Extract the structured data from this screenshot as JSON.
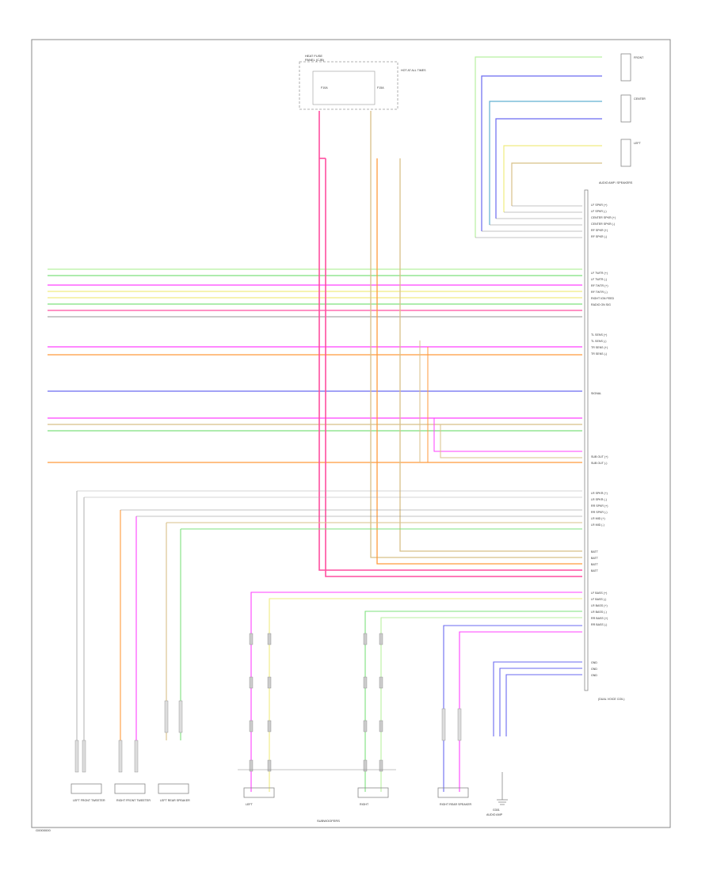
{
  "diagram": {
    "footer_left": "G0000000",
    "footer_center": "SUBWOOFERS",
    "top_module": {
      "name": "HEAT FUSE",
      "sub": "PANEL (CJB)",
      "note": "HOT AT ALL TIMES",
      "fuse_a": "F10A",
      "fuse_b": "F15A"
    },
    "front_speakers": [
      "FRONT",
      "CENTER",
      "LEFT"
    ],
    "amp_label": "AUDIO AMP / SPEAKERS",
    "right_connectors": {
      "top_group": [
        "LF SPKR (+)",
        "LF SPKR (-)",
        "CENTER SPKR (+)",
        "CENTER SPKR (-)",
        "RF SPKR (+)",
        "RF SPKR (-)"
      ],
      "mid_group": [
        "LF TWTR (+)",
        "LF TWTR (-)",
        "RF TWTR (+)",
        "RF TWTR (-)",
        "RIGHT IGN FEED",
        "RADIO ON SIG"
      ],
      "sens_group": [
        "TL SENS (+)",
        "TL SENS (-)",
        "TR SENS (+)",
        "TR SENS (-)"
      ],
      "signal": "SIGNAL",
      "sub_group": [
        "SUB OUT (+)",
        "SUB OUT (-)"
      ],
      "rear_group": [
        "LR SPKR (+)",
        "LR SPKR (-)",
        "RR SPKR (+)",
        "RR SPKR (-)",
        "LR MID (+)",
        "LR MID (-)"
      ],
      "batt_group": [
        "BATT",
        "BATT",
        "BATT",
        "BATT"
      ],
      "bass_group": [
        "LF BASS (+)",
        "LF BASS (-)",
        "LR BASS (+)",
        "LR BASS (-)",
        "RR BASS (+)",
        "RR BASS (-)"
      ],
      "gnd_group": [
        "GND",
        "GND",
        "GND"
      ]
    },
    "sub_block_note": "(DUAL VOICE COIL)",
    "bottom_speakers": [
      "LEFT FRONT TWEETER",
      "RIGHT FRONT TWEETER",
      "LEFT REAR SPEAKER",
      "LEFT",
      "RIGHT",
      "RIGHT REAR SPEAKER"
    ],
    "ground_label": "G301",
    "amp_bottom_label": "AUDIO AMP",
    "colors": {
      "pink": "#ff4fa0",
      "magenta": "#ff40ff",
      "green": "#7de07d",
      "light_green": "#b8f0a0",
      "yellow": "#f0ec80",
      "tan": "#d8c088",
      "orange": "#ff9a3c",
      "blue": "#6a6af0",
      "gray": "#aaaaaa",
      "teal": "#60b0d0",
      "line": "#888888"
    }
  }
}
